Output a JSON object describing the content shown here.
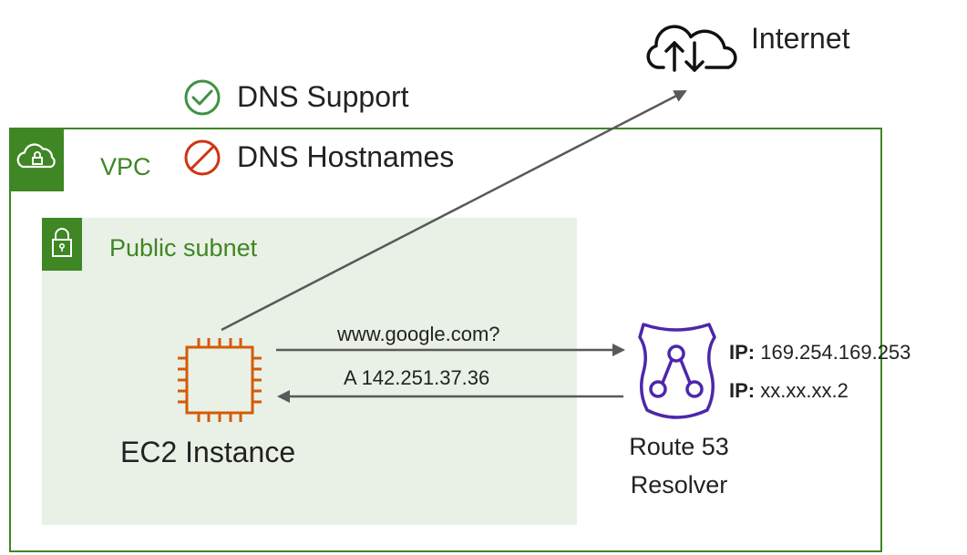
{
  "internet": {
    "label": "Internet"
  },
  "dns": {
    "support_label": "DNS Support",
    "hostnames_label": "DNS Hostnames"
  },
  "vpc": {
    "label": "VPC"
  },
  "subnet": {
    "label": "Public subnet"
  },
  "ec2": {
    "label": "EC2 Instance"
  },
  "query": {
    "label": "www.google.com?"
  },
  "response": {
    "label": "A 142.251.37.36"
  },
  "resolver": {
    "label_line1": "Route 53",
    "label_line2": "Resolver",
    "ip1_key": "IP:",
    "ip1_value": " 169.254.169.253",
    "ip2_key": "IP:",
    "ip2_value": " xx.xx.xx.2"
  },
  "colors": {
    "vpc_green": "#3f8624",
    "subnet_bg": "#e9f1e6",
    "check_green": "#3f9142",
    "block_red": "#d13212",
    "ec2_orange": "#d45b07",
    "resolver_purple": "#4d27aa",
    "arrow_gray": "#595959"
  },
  "icons": [
    "cloud-updown-icon",
    "check-circle-icon",
    "prohibited-icon",
    "vpc-cloud-lock-icon",
    "subnet-lock-icon",
    "ec2-chip-icon",
    "route53-resolver-icon"
  ]
}
